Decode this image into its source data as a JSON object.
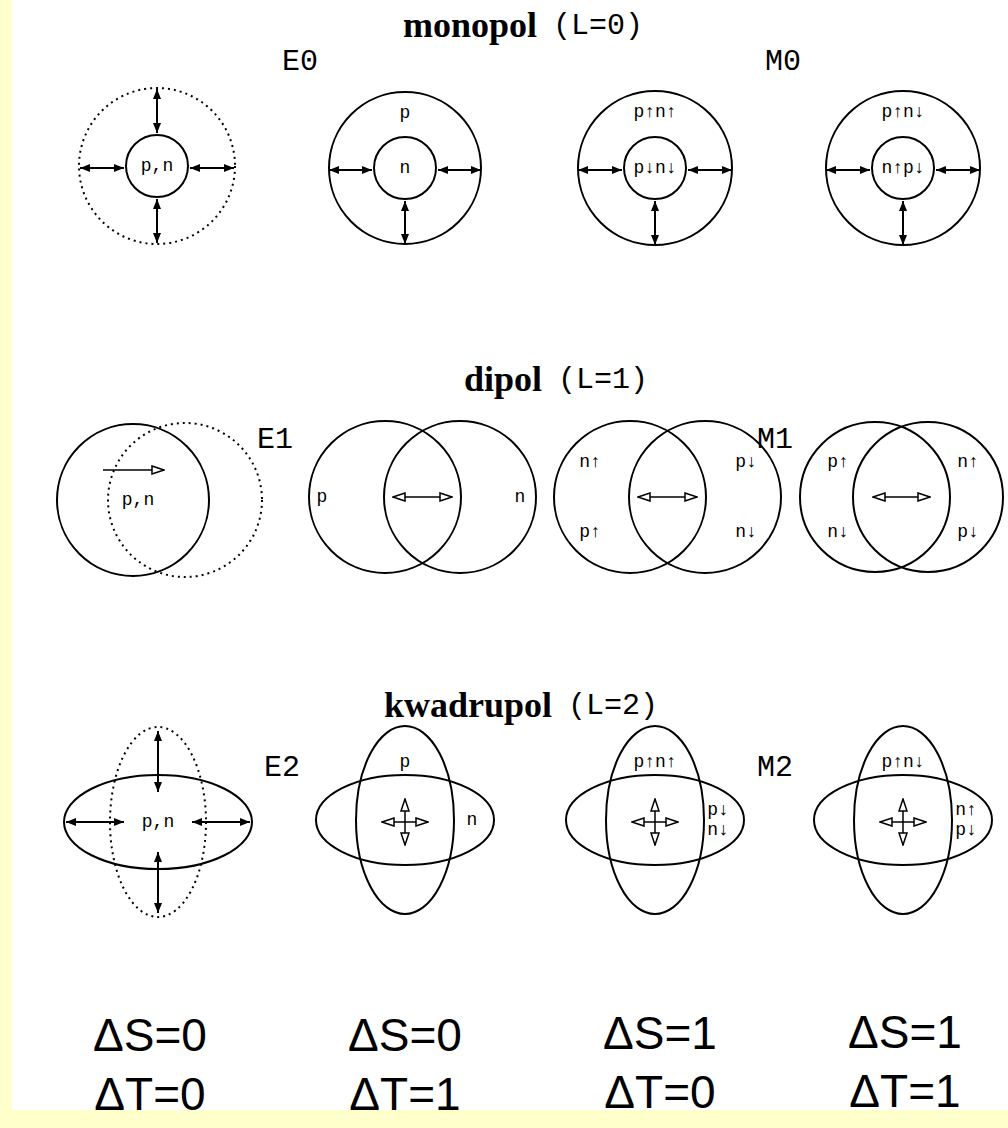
{
  "diagram": {
    "nodes": [
      {
        "text": [
          "p,n"
        ]
      },
      {
        "text": [
          "p"
        ]
      },
      {
        "text": [
          "n"
        ],
        "in": 1
      },
      {
        "text": [
          "p↑n↑"
        ]
      },
      {
        "text": [
          "p↓n↓"
        ],
        "in": 3
      },
      {
        "text": [
          "p↑n↓"
        ]
      },
      {
        "text": [
          "n↑p↓"
        ],
        "in": 5
      },
      {
        "text": [
          "p,n"
        ]
      },
      {
        "text": [
          "p"
        ]
      },
      {
        "text": [
          "n"
        ]
      },
      {
        "text": [
          "n↑",
          "p↑"
        ]
      },
      {
        "text": [
          "p↓",
          "n↓"
        ]
      },
      {
        "text": [
          "p↑",
          "n↓"
        ]
      },
      {
        "text": [
          "n↑",
          "p↓"
        ]
      },
      {
        "text": [
          "p,n"
        ]
      },
      {
        "text": [
          "p"
        ]
      },
      {
        "text": [
          "n"
        ]
      },
      {
        "text": [
          "p↑n↑"
        ]
      },
      {
        "text": [
          "p↓ n↓"
        ]
      },
      {
        "text": [
          "p↑n↓"
        ]
      },
      {
        "text": [
          "n↑ p↓"
        ]
      }
    ],
    "labels": [
      "monopol",
      "(L=0)",
      "E0",
      "M0",
      "dipol",
      "(L=1)",
      "E1",
      "M1",
      "kwadrupol",
      "(L=2)",
      "E2",
      "M2",
      "ΔS=0",
      "ΔT=0",
      "ΔS=0",
      "ΔT=1",
      "ΔS=1",
      "ΔT=0",
      "ΔS=1",
      "ΔT=1"
    ]
  }
}
